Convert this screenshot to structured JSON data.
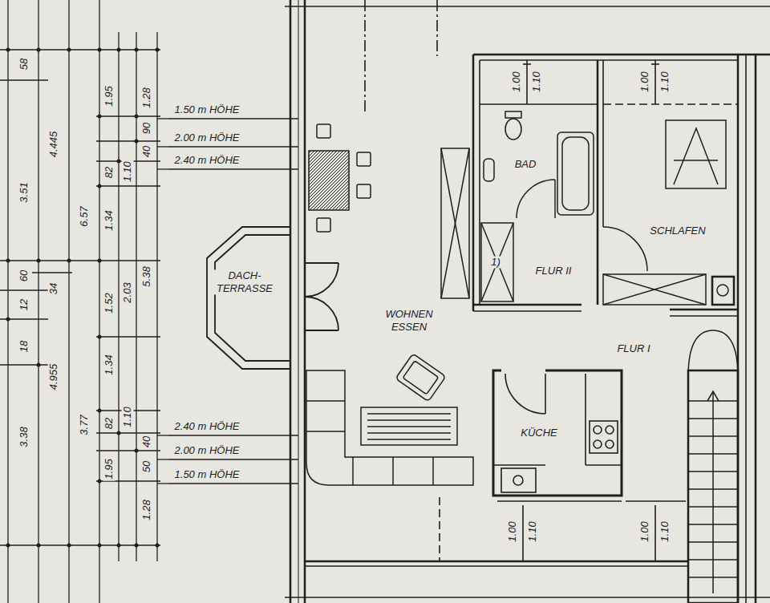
{
  "diagram": {
    "nodes": [
      {
        "text": [
          "DACH- TERRASSE"
        ]
      },
      {
        "text": [
          "WOHNEN ESSEN"
        ]
      },
      {
        "text": [
          "BAD"
        ]
      },
      {
        "text": [
          "SCHLAFEN"
        ]
      },
      {
        "text": [
          "KÜCHE"
        ]
      }
    ],
    "labels": [
      "58",
      "4.445",
      "3.51",
      "6.57",
      "1.95",
      "82",
      "1.34",
      "1.28",
      "90",
      "40",
      "1.10",
      "60",
      "34",
      "12",
      "1.52",
      "2.03",
      "5.38",
      "18",
      "4.955",
      "1.34",
      "3.38",
      "3.77",
      "82",
      "1.10",
      "40",
      "1.95",
      "50",
      "1.28",
      "1.50 m HÖHE",
      "2.00 m HÖHE",
      "2.40 m HÖHE",
      "2.40 m HÖHE",
      "2.00 m HÖHE",
      "1.50 m HÖHE",
      "1.00",
      "1.10",
      "1.00",
      "1.10",
      "FLUR II",
      "1)",
      "FLUR I",
      "1.00",
      "1.10",
      "1.00",
      "1.10"
    ]
  }
}
